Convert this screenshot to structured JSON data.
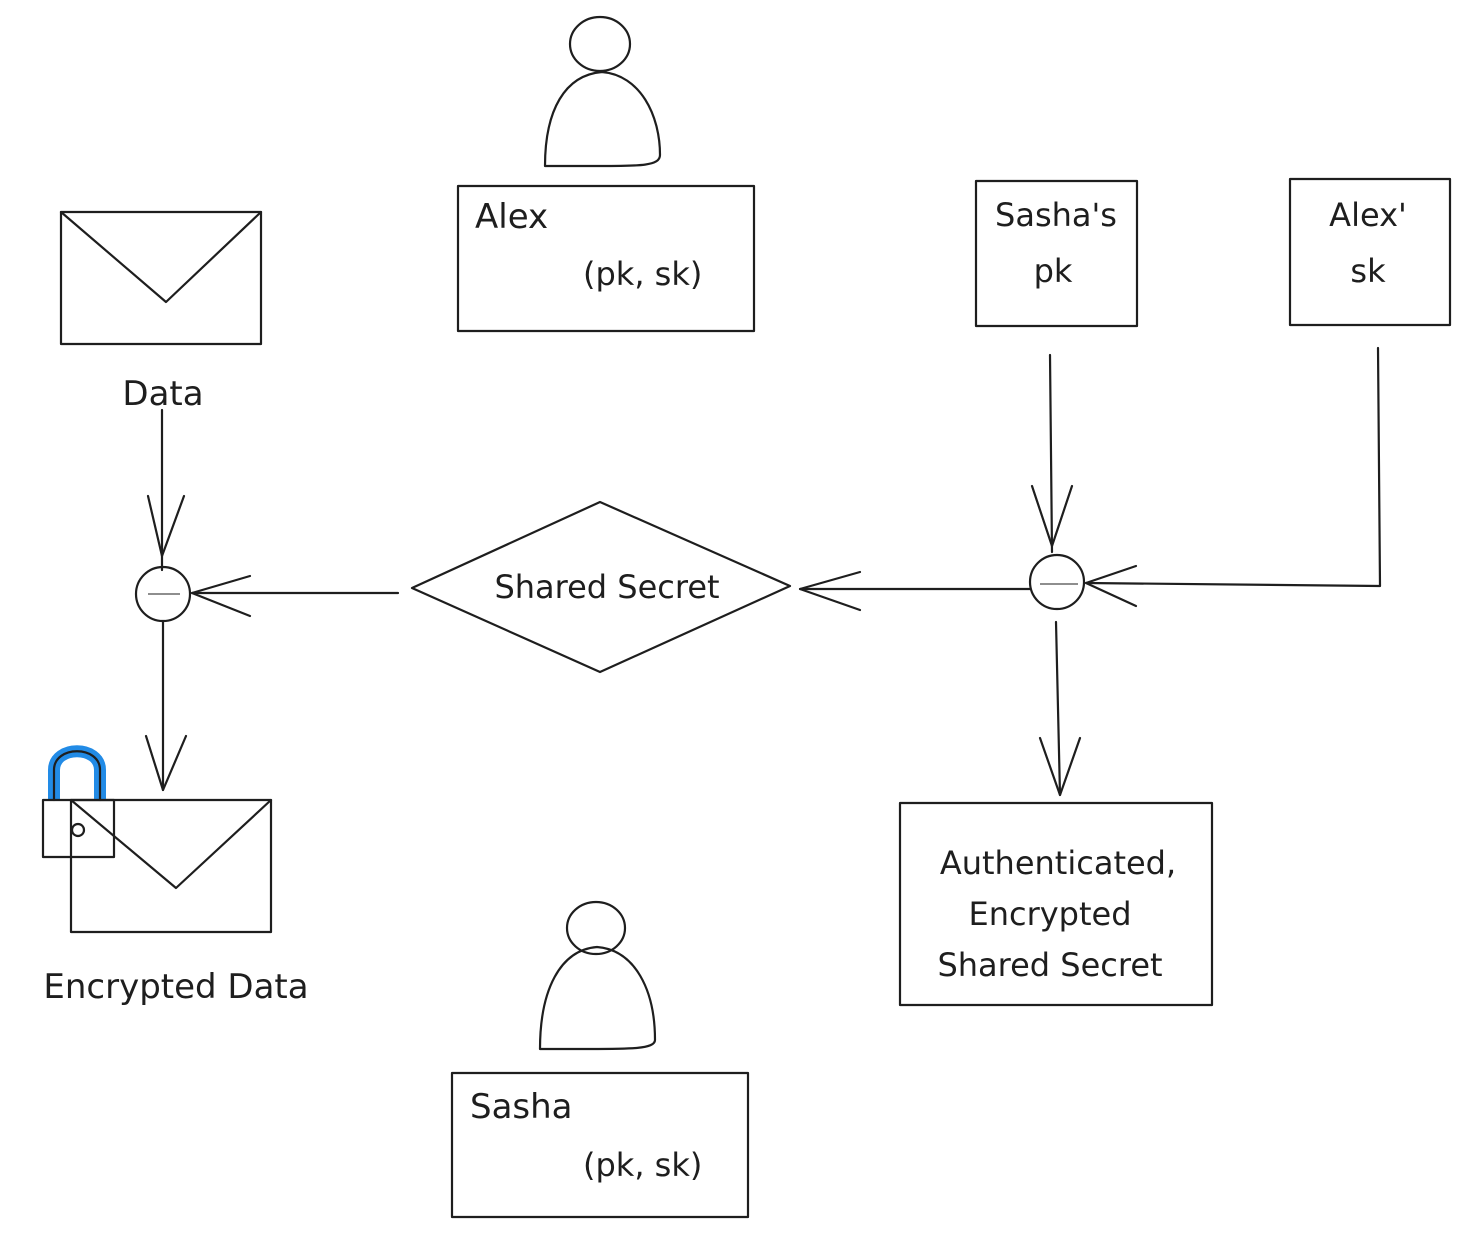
{
  "colors": {
    "purple": "#7950f2",
    "teal": "#12b886",
    "blue": "#228be6",
    "green": "#40c057",
    "gray": "#868e96",
    "ink": "#1e1e1e"
  },
  "nodes": {
    "alex_box": {
      "name": "Alex",
      "keys": "(pk, sk)"
    },
    "sasha_box": {
      "name": "Sasha",
      "keys": "(pk, sk)"
    },
    "sasha_pk": {
      "line1": "Sasha's",
      "line2": "pk"
    },
    "alex_sk": {
      "line1": "Alex'",
      "line2": "sk"
    },
    "data_label": "Data",
    "encrypted_label": "Encrypted Data",
    "shared_secret": "Shared Secret",
    "result_box": {
      "line1": "Authenticated,",
      "line2": "Encrypted",
      "line3": "Shared Secret"
    }
  },
  "icons": {
    "alex_avatar": "person-icon",
    "sasha_avatar": "person-icon",
    "data": "envelope-icon",
    "encrypted": "locked-envelope-icon",
    "combine_blue": "plus-circle-icon",
    "combine_green": "plus-circle-icon"
  }
}
